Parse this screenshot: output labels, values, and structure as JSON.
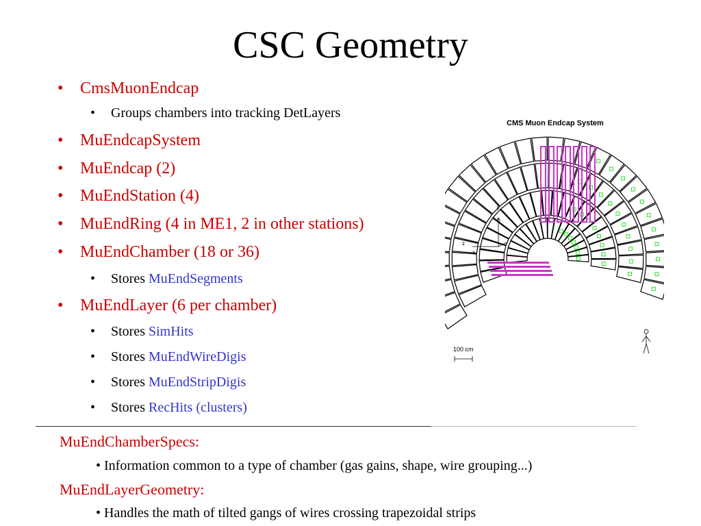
{
  "slide": {
    "title": "CSC Geometry"
  },
  "bullets": [
    {
      "level": 1,
      "text": "CmsMuonEndcap"
    },
    {
      "level": 2,
      "text": "Groups chambers into tracking DetLayers"
    },
    {
      "level": 1,
      "text": "MuEndcapSystem"
    },
    {
      "level": 1,
      "text": "MuEndcap (2)"
    },
    {
      "level": 1,
      "text": "MuEndStation (4)"
    },
    {
      "level": 1,
      "text": "MuEndRing (4 in ME1, 2 in other stations)"
    },
    {
      "level": 1,
      "text": "MuEndChamber (18 or 36)"
    },
    {
      "level": 2,
      "prefix": "Stores ",
      "highlight": "MuEndSegments"
    },
    {
      "level": 1,
      "text": "MuEndLayer (6 per chamber)"
    },
    {
      "level": 2,
      "prefix": "Stores ",
      "highlight": "SimHits"
    },
    {
      "level": 2,
      "prefix": "Stores ",
      "highlight": "MuEndWireDigis"
    },
    {
      "level": 2,
      "prefix": "Stores ",
      "highlight": "MuEndStripDigis"
    },
    {
      "level": 2,
      "prefix": "Stores ",
      "highlight": "RecHits (clusters)"
    }
  ],
  "specs": {
    "chamber_specs_label": "MuEndChamberSpecs:",
    "chamber_specs_desc": "Information common to a type of chamber (gas gains, shape, wire grouping...)",
    "layer_geometry_label": "MuEndLayerGeometry:",
    "layer_geometry_desc": "Handles the math of tilted gangs of wires crossing trapezoidal strips"
  },
  "figure": {
    "title": "CMS Muon Endcap System",
    "scale_label": "100 cm",
    "axis_y": "y",
    "axis_z": "z",
    "axis_x": "x"
  },
  "glyphs": {
    "bullet": "•"
  },
  "colors": {
    "level1_text": "#cc0000",
    "highlight_text": "#3333cc",
    "chamber_magenta": "#cc33cc",
    "chamber_green": "#33dd33"
  }
}
